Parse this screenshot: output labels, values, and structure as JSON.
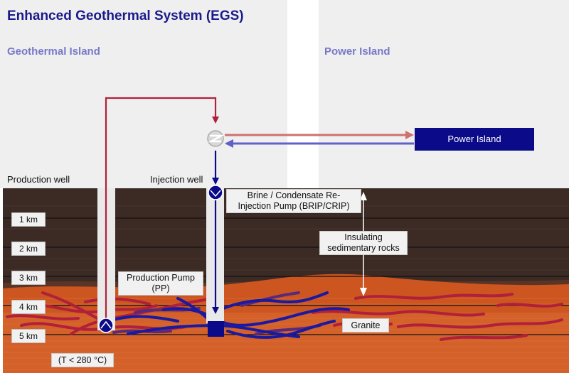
{
  "title": "Enhanced Geothermal System (EGS)",
  "sections": {
    "geothermal_island": "Geothermal Island",
    "power_island": "Power Island"
  },
  "power_box": "Power Island",
  "wells": {
    "production": "Production well",
    "injection": "Injection well"
  },
  "labels": {
    "brip_line1": "Brine / Condensate Re-",
    "brip_line2": "Injection Pump (BRIP/CRIP)",
    "insulating_line1": "Insulating",
    "insulating_line2": "sedimentary rocks",
    "pp_line1": "Production Pump",
    "pp_line2": "(PP)",
    "granite": "Granite",
    "temperature": "(T < 280 °C)"
  },
  "depths": [
    "1 km",
    "2 km",
    "3 km",
    "4 km",
    "5 km"
  ],
  "colors": {
    "title": "#1a1a8c",
    "island_label": "#7878c8",
    "hot_line": "#b0203a",
    "cold_line": "#0b0b8a",
    "sediment": "#3c2b24",
    "granite": "#cc5520",
    "power_box": "#0b0b8a"
  },
  "icons": [
    "heat-exchanger-icon",
    "pump-icon"
  ]
}
